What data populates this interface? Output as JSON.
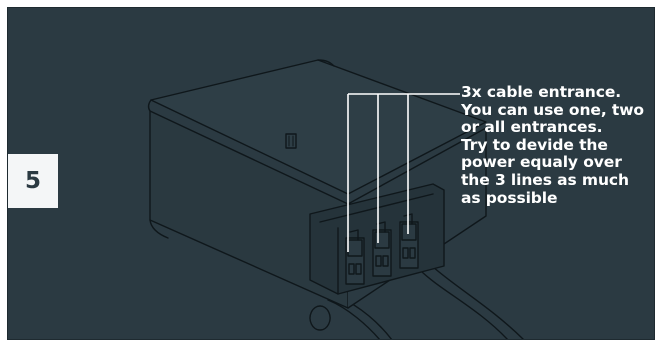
{
  "step_number": "5",
  "callout": {
    "lines": [
      "3x cable entrance.",
      "You can use one, two",
      "or all entrances.",
      "Try to devide the",
      "power equaly over",
      "the 3 lines as much",
      "as possible"
    ]
  },
  "icons": [
    "junction-box-illustration",
    "cable-terminal-block",
    "power-cable"
  ],
  "colors": {
    "background": "#2b3a42",
    "line_art": "#0f171b",
    "text": "#ffffff",
    "badge_bg": "#f4f6f7"
  }
}
